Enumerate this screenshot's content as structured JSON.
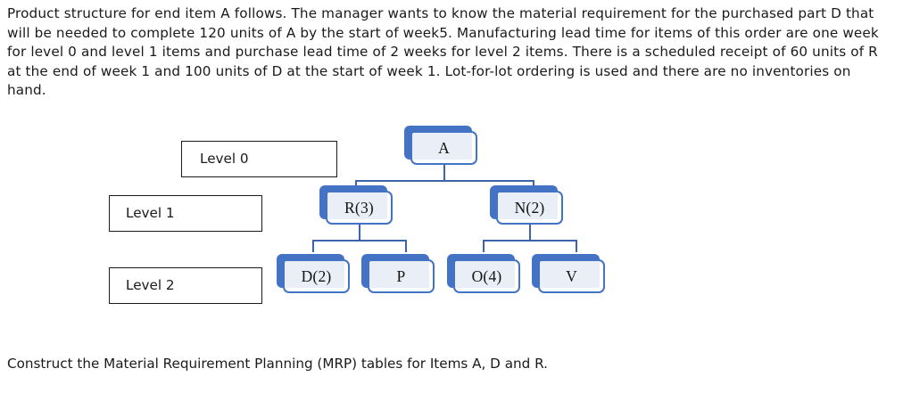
{
  "colors": {
    "node_blue": "#4472C4",
    "node_fill": "#EAEEF7",
    "connector": "#3C64AD",
    "text": "#1A1A1A",
    "level_box_border": "#1B1B1B",
    "background": "#FFFFFF"
  },
  "problem": {
    "statement": "Product structure for end item A follows. The manager wants to know the material requirement for the purchased part D that will be needed to complete 120 units of A by the start of week5. Manufacturing lead time for items of this order are one week for level 0 and level 1 items and purchase lead time of 2 weeks for level 2 items. There is a scheduled receipt of 60 units of R at the end of week 1 and 100 units of D at the start of week 1. Lot-for-lot ordering is used and there are no inventories on hand."
  },
  "diagram": {
    "caption_boxes": [
      {
        "label": "Level 0"
      },
      {
        "label": "Level 1"
      },
      {
        "label": "Level 2"
      }
    ],
    "nodes": {
      "a": {
        "label": "A"
      },
      "r3": {
        "label": "R(3)"
      },
      "n2": {
        "label": "N(2)"
      },
      "d2": {
        "label": "D(2)"
      },
      "p": {
        "label": "P"
      },
      "o4": {
        "label": "O(4)"
      },
      "v": {
        "label": "V"
      }
    }
  },
  "closing": {
    "question": "Construct the Material Requirement Planning (MRP) tables for Items A, D and R."
  }
}
